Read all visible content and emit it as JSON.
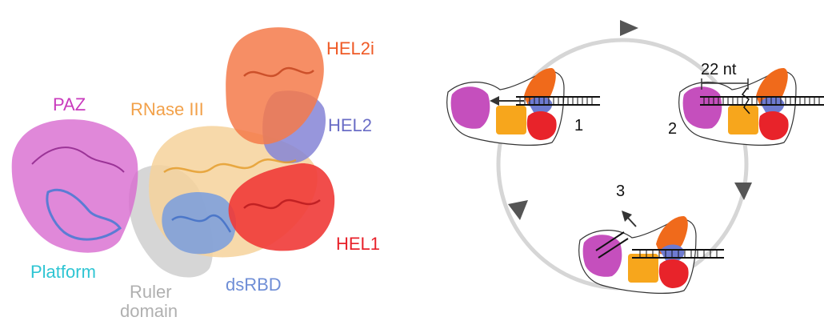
{
  "structure": {
    "domains": [
      {
        "key": "paz",
        "label": "PAZ",
        "color": "#c93bbd"
      },
      {
        "key": "rnase",
        "label": "RNase III",
        "color": "#f2a14a"
      },
      {
        "key": "hel2i",
        "label": "HEL2i",
        "color": "#ef5a26"
      },
      {
        "key": "hel2",
        "label": "HEL2",
        "color": "#6a6dc6"
      },
      {
        "key": "hel1",
        "label": "HEL1",
        "color": "#e8222b"
      },
      {
        "key": "platform",
        "label": "Platform",
        "color": "#2ec5d3"
      },
      {
        "key": "dsrbd",
        "label": "dsRBD",
        "color": "#6f8ed6"
      },
      {
        "key": "ruler1",
        "label": "Ruler",
        "color": "#b0b0b0"
      },
      {
        "key": "ruler2",
        "label": "domain",
        "color": "#b0b0b0"
      }
    ]
  },
  "cycle": {
    "steps": [
      {
        "number": "1"
      },
      {
        "number": "2",
        "annotation": "22 nt"
      },
      {
        "number": "3"
      }
    ],
    "ring_color": "#d6d6d6",
    "arrow_color": "#555555"
  }
}
